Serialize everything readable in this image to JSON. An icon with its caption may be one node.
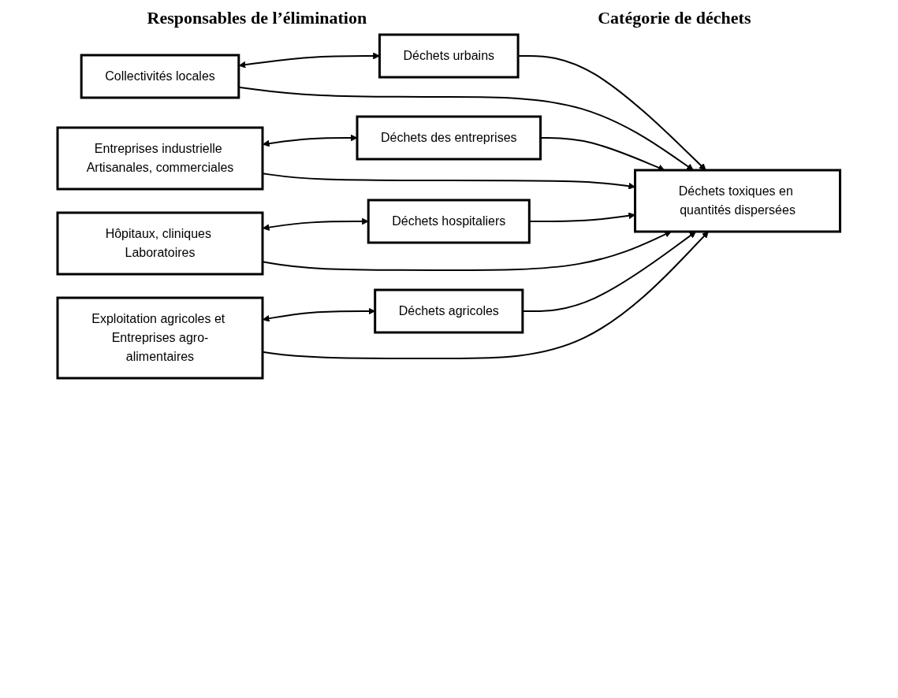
{
  "diagram": {
    "nodes": [
      {
        "text": [
          "Collectivités locales"
        ]
      },
      {
        "text": [
          "Déchets urbains"
        ]
      },
      {
        "text": [
          "Entreprises industrielle Artisanales, commerciales"
        ]
      },
      {
        "text": [
          "Déchets des entreprises"
        ]
      },
      {
        "text": [
          "Hôpitaux, cliniques Laboratoires"
        ]
      },
      {
        "text": [
          "Déchets hospitaliers"
        ]
      },
      {
        "text": [
          "Exploitation agricoles et Entreprises agro-alimentaires"
        ]
      },
      {
        "text": [
          "Déchets agricoles"
        ]
      },
      {
        "text": [
          "Déchets toxiques en quantités dispersées"
        ]
      }
    ],
    "edges": [
      {
        "from": 0,
        "to": 1,
        "arrow": "both"
      },
      {
        "from": 2,
        "to": 3,
        "arrow": "both"
      },
      {
        "from": 4,
        "to": 5,
        "arrow": "both"
      },
      {
        "from": 6,
        "to": 7,
        "arrow": "both"
      },
      {
        "from": 0,
        "to": 8,
        "arrow": "to"
      },
      {
        "from": 2,
        "to": 8,
        "arrow": "to"
      },
      {
        "from": 4,
        "to": 8,
        "arrow": "to"
      },
      {
        "from": 6,
        "to": 8,
        "arrow": "to"
      },
      {
        "from": 1,
        "to": 8,
        "arrow": "to"
      },
      {
        "from": 3,
        "to": 8,
        "arrow": "to"
      },
      {
        "from": 5,
        "to": 8,
        "arrow": "to"
      },
      {
        "from": 7,
        "to": 8,
        "arrow": "to"
      }
    ],
    "labels": [
      "Responsables de l’élimination",
      "Catégorie de déchets"
    ]
  }
}
